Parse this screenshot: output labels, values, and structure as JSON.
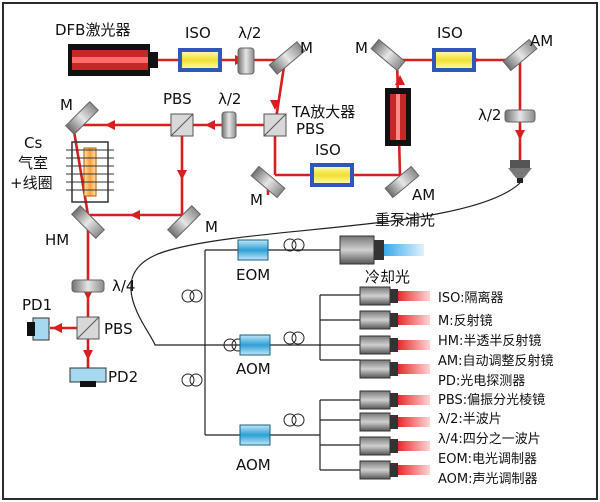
{
  "labels": {
    "dfb": "DFB激光器",
    "iso": "ISO",
    "half_wave": "λ/2",
    "quarter_wave": "λ/4",
    "mirror": "M",
    "auto_mirror": "AM",
    "pbs": "PBS",
    "ta": "TA放大器",
    "cs_line1": "Cs",
    "cs_line2": "气室",
    "cs_line3": "+线圈",
    "hm": "HM",
    "eom": "EOM",
    "aom": "AOM",
    "pd1": "PD1",
    "pd2": "PD2",
    "repump": "重泵浦光",
    "cooling": "冷却光"
  },
  "legend": [
    "ISO:隔离器",
    "M:反射镜",
    "HM:半透半反射镜",
    "AM:自动调整反射镜",
    "PD:光电探测器",
    "PBS:偏振分光棱镜",
    "λ/2:半波片",
    "λ/4:四分之一波片",
    "EOM:电光调制器",
    "AOM:声光调制器"
  ],
  "colors": {
    "beam": "#d81e1e",
    "frame": "#2b2b2b",
    "iso_fill": "#f2e73a",
    "iso_frame": "#2f56b8",
    "mirror": "#9e9e9e",
    "modulator": "#3aa9d8",
    "collimator": "#444444"
  }
}
